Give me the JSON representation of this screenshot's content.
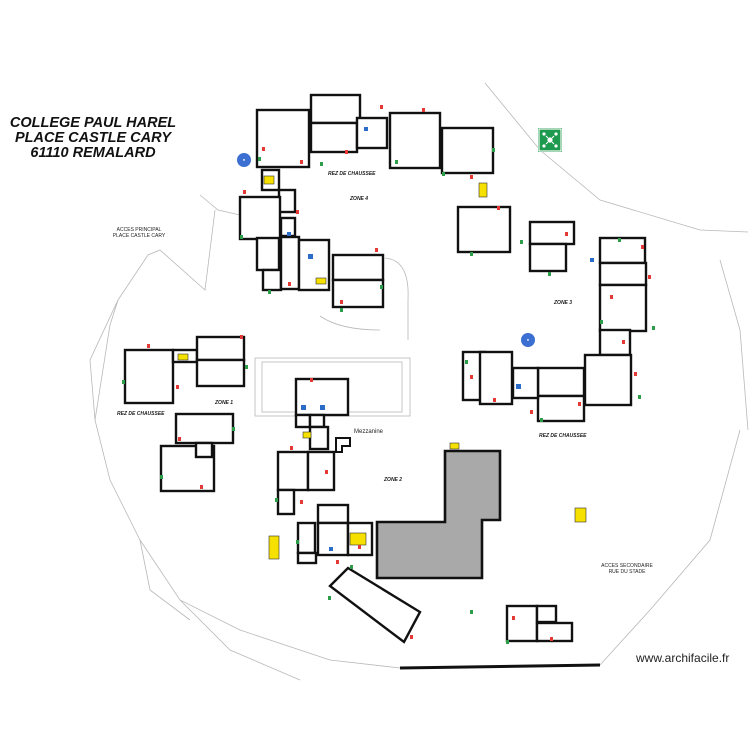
{
  "header": {
    "line1": "COLLEGE PAUL HAREL",
    "line2": "PLACE CASTLE CARY",
    "line3": "61110 REMALARD"
  },
  "labels": {
    "rez_top": "REZ DE CHAUSSEE",
    "zone4": "ZONE 4",
    "zone3": "ZONE 3",
    "zone1": "ZONE 1",
    "zone2": "ZONE 2",
    "rez_left": "REZ DE CHAUSSEE",
    "rez_right": "REZ DE CHAUSSEE",
    "mezzanine": "Mezzanine",
    "acces_principal_1": "ACCES PRINCIPAL",
    "acces_principal_2": "PLACE CASTLE CARY",
    "acces_secondaire_1": "ACCES SECONDAIRE",
    "acces_secondaire_2": "RUE DU STADE"
  },
  "footer": {
    "credit": "www.archifacile.fr"
  },
  "colors": {
    "wall": "#111111",
    "room_fill": "#ffffff",
    "gym_fill": "#a9a9a9",
    "marker": "#e53935",
    "exit_green": "#2e9d4a",
    "highlight": "#f5e000",
    "zone_marker": "#3b6fd1",
    "outline": "#b5b5b5"
  },
  "icons": {
    "assembly_point": "assembly-point-icon",
    "zone_marker": "zone-marker-icon"
  }
}
